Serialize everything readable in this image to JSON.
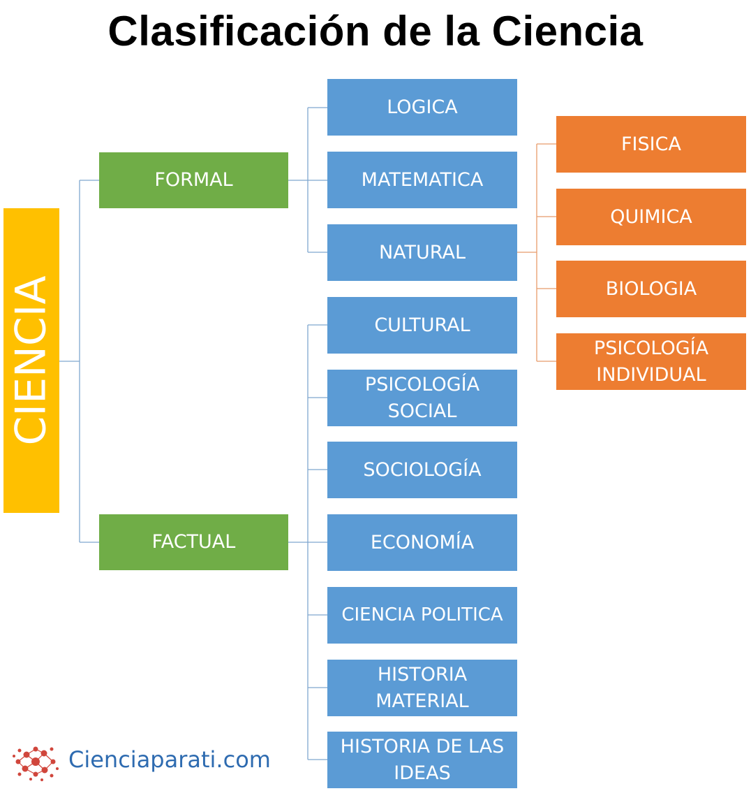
{
  "title": "Clasificación de la Ciencia",
  "root": "CIENCIA",
  "branches": {
    "formal": "FORMAL",
    "factual": "FACTUAL"
  },
  "formal_children": [
    "LOGICA",
    "MATEMATICA",
    "NATURAL"
  ],
  "natural_children": [
    "FISICA",
    "QUIMICA",
    "BIOLOGIA",
    "PSICOLOGÍA INDIVIDUAL"
  ],
  "factual_children": [
    "CULTURAL",
    "PSICOLOGÍA SOCIAL",
    "SOCIOLOGÍA",
    "ECONOMÍA",
    "CIENCIA POLITICA",
    "HISTORIA MATERIAL",
    "HISTORIA DE LAS IDEAS"
  ],
  "logo": {
    "text": "Cienciaparati.com",
    "icon": "molecule-icon"
  },
  "colors": {
    "root": "#FFC000",
    "level1": "#70AD47",
    "level2": "#5B9BD5",
    "level3": "#ED7D31"
  }
}
